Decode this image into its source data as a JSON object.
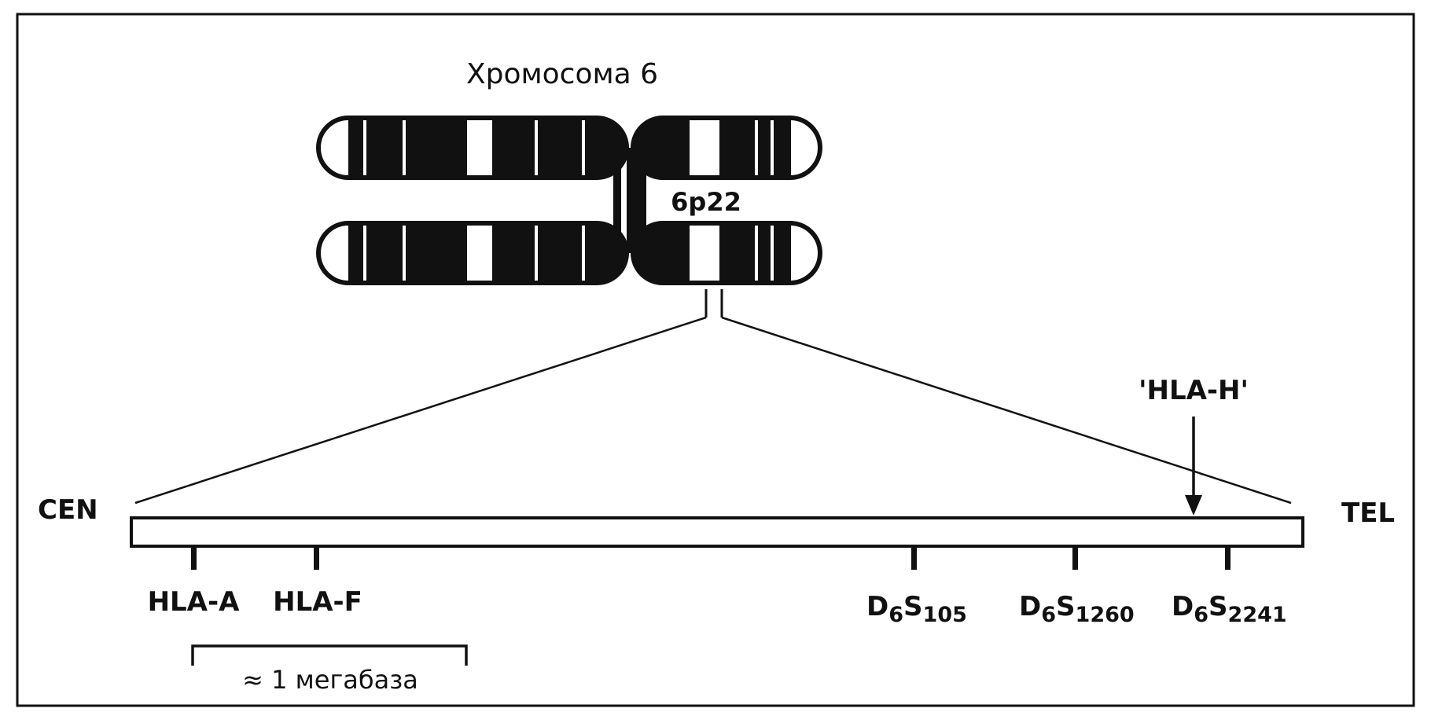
{
  "chromosome": {
    "title": "Хромосома 6",
    "band_label": "6p22"
  },
  "map": {
    "left_end": "CEN",
    "right_end": "TEL",
    "arrow_label": "'HLA-H'",
    "markers": [
      {
        "name": "HLA-A"
      },
      {
        "name": "HLA-F"
      },
      {
        "main": "D",
        "sub1": "6",
        "s": "S",
        "sub2": "105"
      },
      {
        "main": "D",
        "sub1": "6",
        "s": "S",
        "sub2": "1260"
      },
      {
        "main": "D",
        "sub1": "6",
        "s": "S",
        "sub2": "2241"
      }
    ],
    "scale_label": "≈ 1 мегабаза"
  }
}
